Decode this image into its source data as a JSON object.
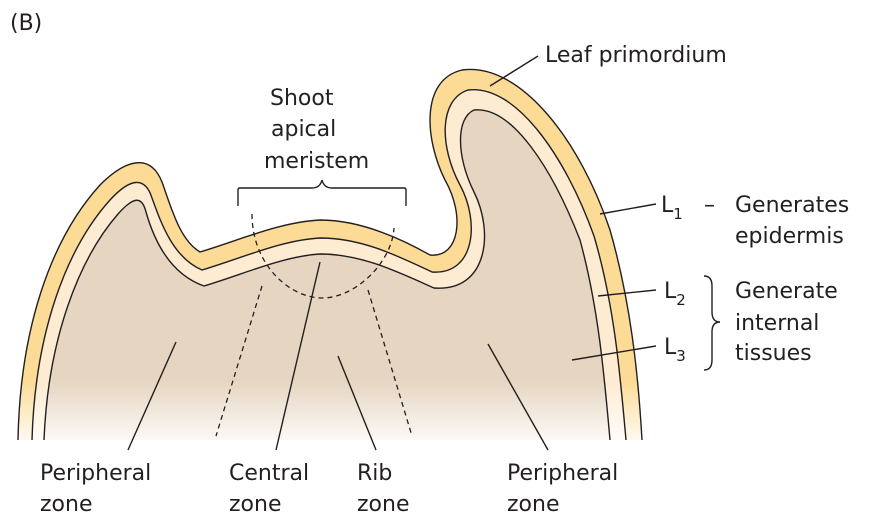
{
  "panel_label": "(B)",
  "labels": {
    "leaf_primordium": "Leaf primordium",
    "sam_line1": "Shoot",
    "sam_line2": "apical",
    "sam_line3": "meristem",
    "l1": "L",
    "l1_sub": "1",
    "l1_dash": "–",
    "l1_desc_line1": "Generates",
    "l1_desc_line2": "epidermis",
    "l2": "L",
    "l2_sub": "2",
    "l3": "L",
    "l3_sub": "3",
    "l23_desc_line1": "Generate",
    "l23_desc_line2": "internal",
    "l23_desc_line3": "tissues",
    "peripheral_left_line1": "Peripheral",
    "peripheral_left_line2": "zone",
    "central_line1": "Central",
    "central_line2": "zone",
    "rib_line1": "Rib",
    "rib_line2": "zone",
    "peripheral_right_line1": "Peripheral",
    "peripheral_right_line2": "zone"
  },
  "colors": {
    "l1_layer": "#fbdb96",
    "l2_layer": "#fdebd2",
    "tissue": "#e6d5c1",
    "outline": "#231f20"
  }
}
